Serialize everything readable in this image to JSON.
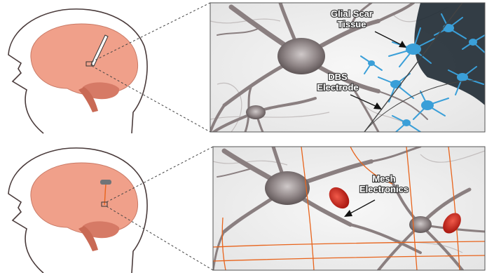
{
  "top_panel": {
    "label_glial_line1": "Glial Scar",
    "label_glial_line2": "Tissue",
    "label_dbs_line1": "DBS",
    "label_dbs_line2": "Electrode"
  },
  "bottom_panel": {
    "label_mesh_line1": "Mesh",
    "label_mesh_line2": "Electronics"
  },
  "colors": {
    "brain": "#f0a08a",
    "brainstem": "#c96a55",
    "glia": "#3a9fd8",
    "neuron": "#8a7f80",
    "mesh": "#e8641c",
    "rbc": "#d42a1f",
    "outline": "#4a3b3b"
  }
}
